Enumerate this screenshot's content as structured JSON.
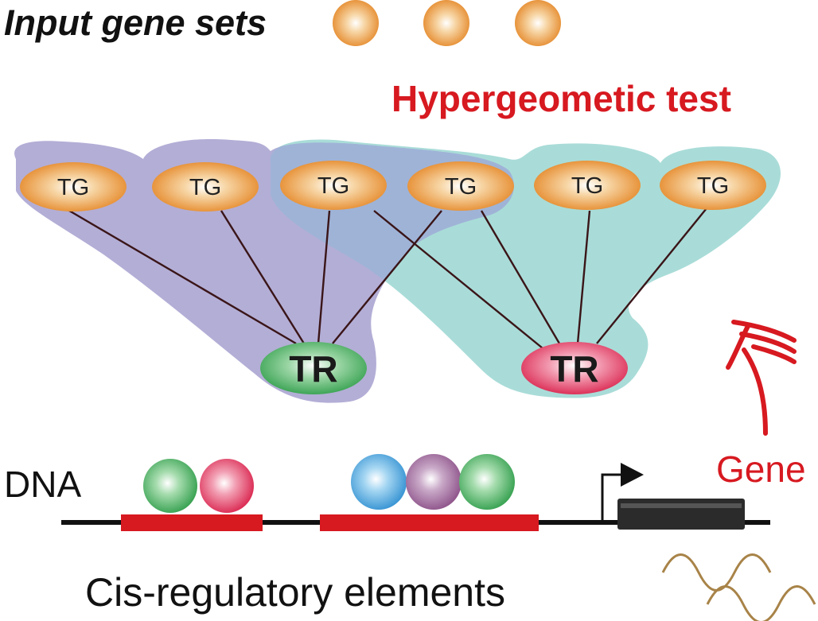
{
  "title": "Input gene sets",
  "test_label": "Hypergeometic test",
  "tg_label": "TG",
  "tr_label": "TR",
  "dna_label": "DNA",
  "gene_label": "Gene",
  "cre_label": "Cis-regulatory elements",
  "colors": {
    "orange": "#e8962e",
    "purple_region": "#b3aed6",
    "teal_region": "#a9dcd8",
    "overlap_region": "#9fb3d7",
    "tr_green": "#3fae5a",
    "tr_red": "#e3325c",
    "red_accent": "#d71920",
    "dna_line": "#111111",
    "gene_box": "#2b2b2b",
    "wave": "#a88348"
  },
  "icons": {
    "promoter_arrow": "arrow-right-icon",
    "upward_arrow": "chevron-up-arrow-icon",
    "transcript": "wave-icon"
  }
}
